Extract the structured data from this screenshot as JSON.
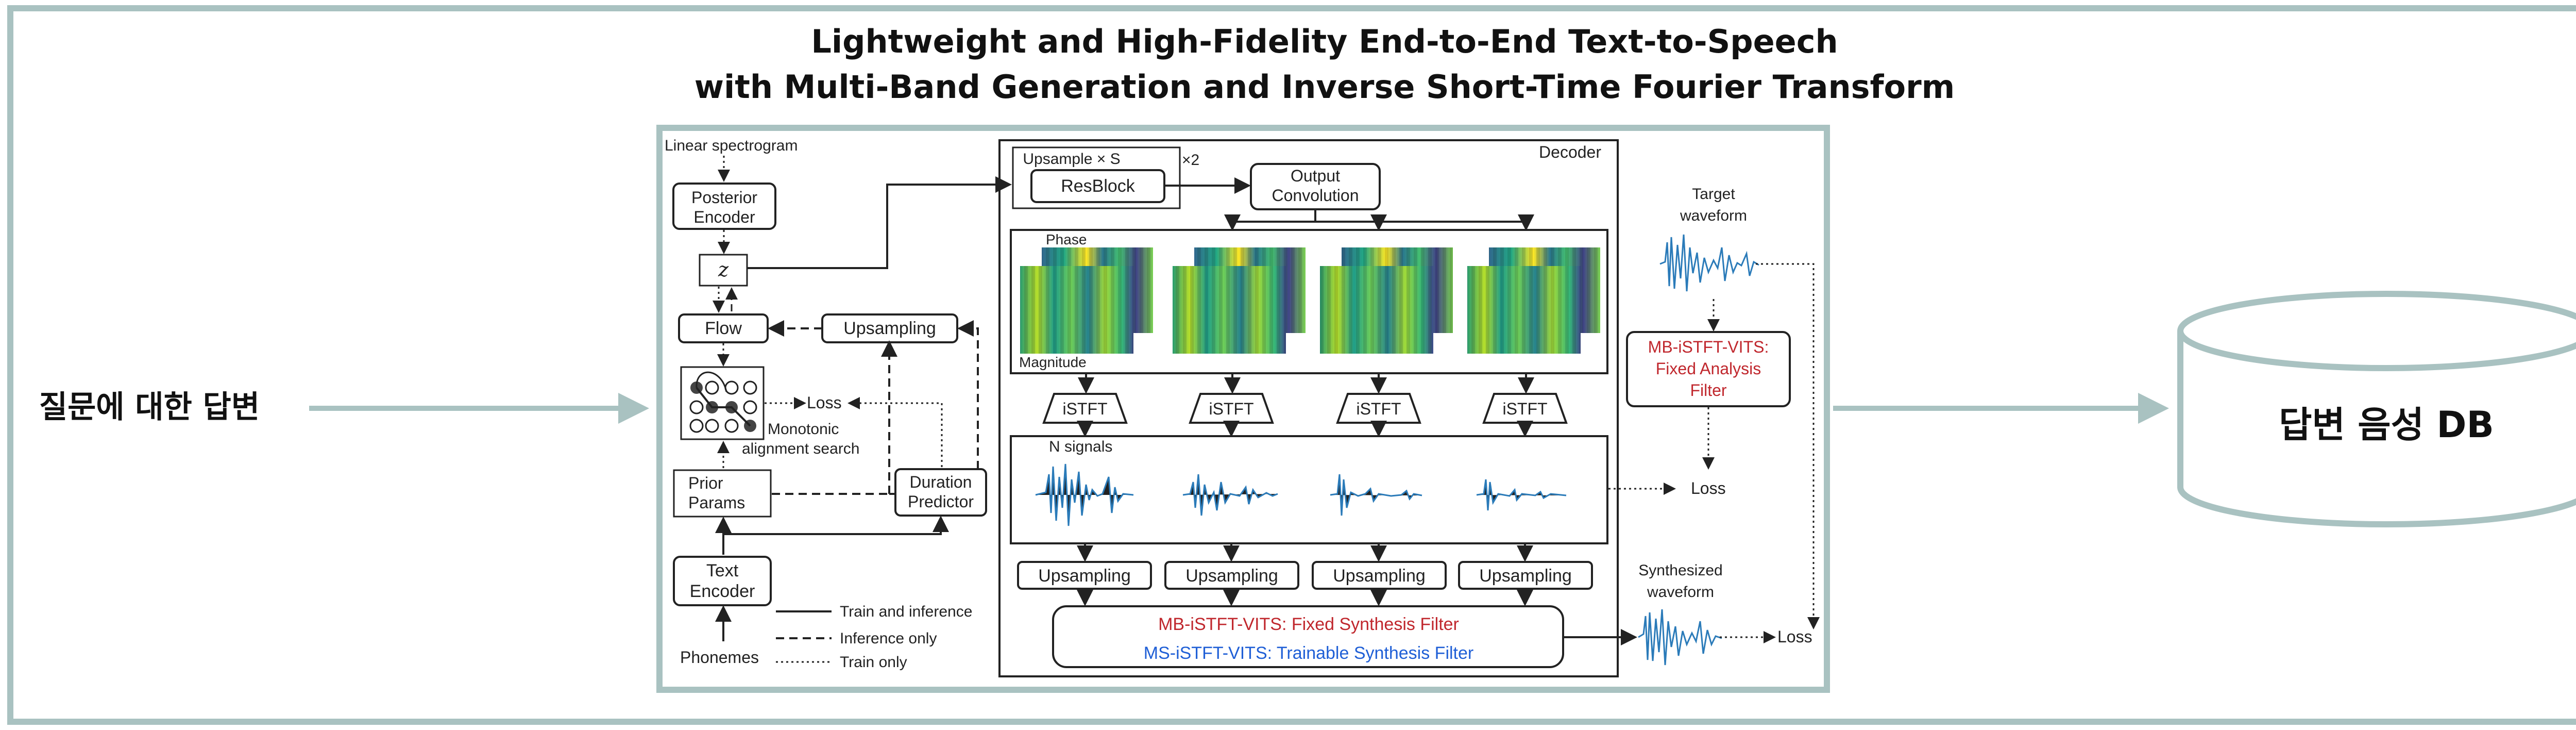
{
  "title": {
    "line1": "Lightweight and High-Fidelity End-to-End Text-to-Speech",
    "line2": "with Multi-Band Generation and Inverse Short-Time Fourier Transform"
  },
  "input_label": "질문에 대한 답변",
  "output_db_label": "답변 음성 DB",
  "colors": {
    "frame": "#a9c2c1",
    "red": "#c0272d",
    "blue": "#1f5fd6",
    "wave": "#2b7bb9"
  },
  "left": {
    "linear_spectrogram": "Linear spectrogram",
    "posterior_encoder": [
      "Posterior",
      "Encoder"
    ],
    "z_symbol": "z",
    "flow": "Flow",
    "upsampling": "Upsampling",
    "loss": "Loss",
    "mas": [
      "Monotonic",
      "alignment search"
    ],
    "prior_params": [
      "Prior",
      "Params"
    ],
    "duration_predictor": [
      "Duration",
      "Predictor"
    ],
    "text_encoder": [
      "Text",
      "Encoder"
    ],
    "phonemes": "Phonemes",
    "legend": [
      "Train and inference",
      "Inference only",
      "Train only"
    ]
  },
  "decoder": {
    "title": "Decoder",
    "upsample": "Upsample × S",
    "times2": "×2",
    "resblock": "ResBlock",
    "output_conv": [
      "Output",
      "Convolution"
    ],
    "phase": "Phase",
    "magnitude": "Magnitude",
    "istft": [
      "iSTFT",
      "iSTFT",
      "iSTFT",
      "iSTFT"
    ],
    "n_signals": "N signals",
    "upsampling": [
      "Upsampling",
      "Upsampling",
      "Upsampling",
      "Upsampling"
    ],
    "synthesis_red": "MB-iSTFT-VITS: Fixed Synthesis Filter",
    "synthesis_blue": "MS-iSTFT-VITS: Trainable Synthesis Filter"
  },
  "right": {
    "target_waveform": [
      "Target",
      "waveform"
    ],
    "analysis_filter": [
      "MB-iSTFT-VITS:",
      "Fixed Analysis",
      "Filter"
    ],
    "loss_mid": "Loss",
    "synth_waveform": [
      "Synthesized",
      "waveform"
    ],
    "loss_bottom": "Loss"
  }
}
